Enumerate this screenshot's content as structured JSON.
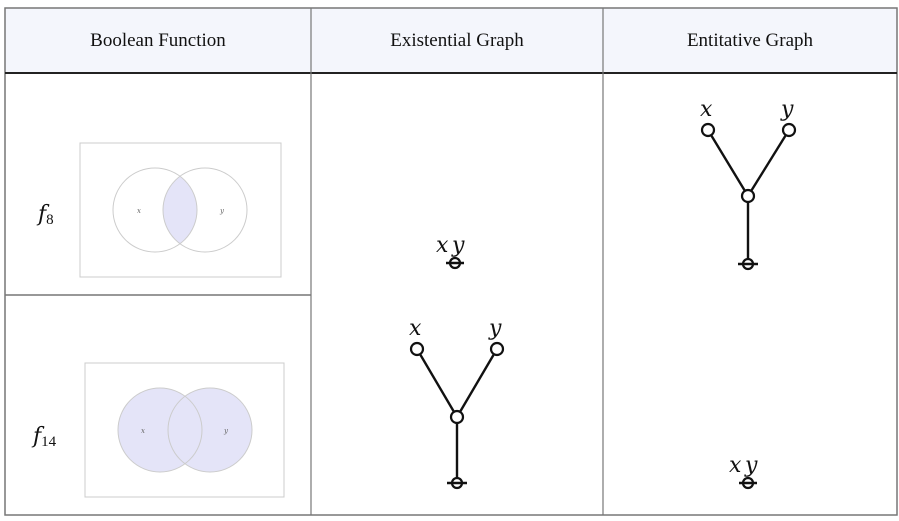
{
  "table": {
    "headers": [
      "Boolean Function",
      "Existential Graph",
      "Entitative Graph"
    ],
    "rows": [
      {
        "function": {
          "name": "f",
          "subscript": "8"
        },
        "venn": {
          "left_label": "x",
          "right_label": "y",
          "shaded": "intersection"
        },
        "existential": {
          "labels": [
            "x",
            "y"
          ],
          "form": "single-node"
        },
        "entitative": {
          "labels": [
            "x",
            "y"
          ],
          "form": "tree"
        }
      },
      {
        "function": {
          "name": "f",
          "subscript": "14"
        },
        "venn": {
          "left_label": "x",
          "right_label": "y",
          "shaded": "union"
        },
        "existential": {
          "labels": [
            "x",
            "y"
          ],
          "form": "tree"
        },
        "entitative": {
          "labels": [
            "x",
            "y"
          ],
          "form": "single-node"
        }
      }
    ]
  },
  "colors": {
    "header_bg": "#f4f6fc",
    "venn_fill": "#e4e4f8",
    "border": "#777777"
  }
}
